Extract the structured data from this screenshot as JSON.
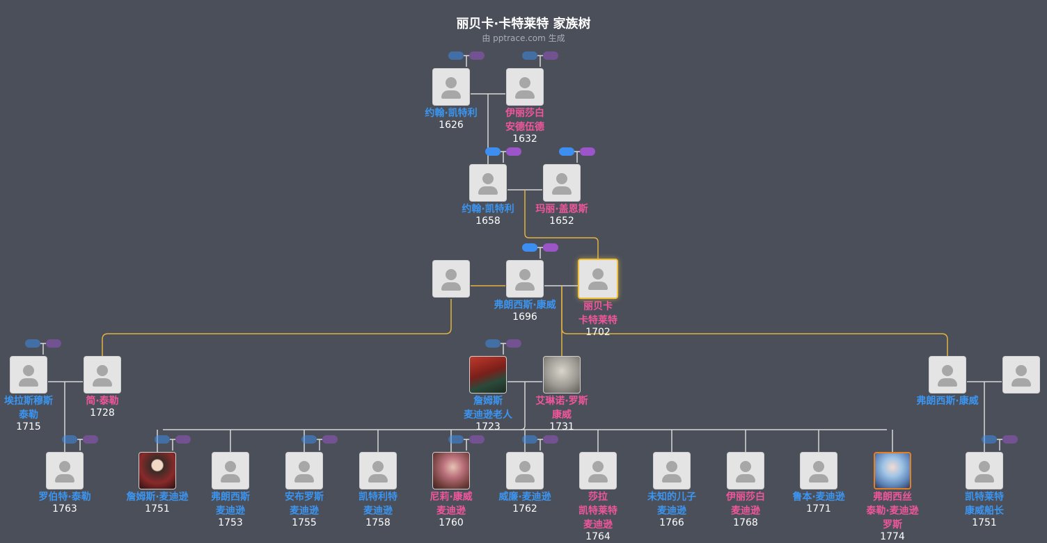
{
  "page": {
    "title": "丽贝卡·卡特莱特 家族树",
    "subtitle": "由 pptrace.com 生成"
  },
  "colors": {
    "background": "#4a4f59",
    "male": "#3c95f0",
    "female": "#f0569c",
    "highlight_line": "#e3b341",
    "line": "#d9d9d9"
  },
  "people": [
    {
      "id": "p1",
      "name": [
        "约翰·凯特利"
      ],
      "year": "1626",
      "gender": "male"
    },
    {
      "id": "p2",
      "name": [
        "伊丽莎白",
        "安德伍德"
      ],
      "year": "1632",
      "gender": "female"
    },
    {
      "id": "p3",
      "name": [
        "约翰·凯特利"
      ],
      "year": "1658",
      "gender": "male"
    },
    {
      "id": "p4",
      "name": [
        "玛丽·盖恩斯"
      ],
      "year": "1652",
      "gender": "female"
    },
    {
      "id": "p5",
      "name": [],
      "year": "",
      "gender": "male"
    },
    {
      "id": "p6",
      "name": [
        "弗朗西斯·康威"
      ],
      "year": "1696",
      "gender": "male"
    },
    {
      "id": "p7",
      "name": [
        "丽贝卡",
        "卡特莱特"
      ],
      "year": "1702",
      "gender": "female",
      "focus": true
    },
    {
      "id": "p8",
      "name": [
        "埃拉斯穆斯",
        "泰勒"
      ],
      "year": "1715",
      "gender": "male"
    },
    {
      "id": "p9",
      "name": [
        "简·泰勒"
      ],
      "year": "1728",
      "gender": "female"
    },
    {
      "id": "p10",
      "name": [
        "詹姆斯",
        "麦迪逊老人"
      ],
      "year": "1723",
      "gender": "male",
      "portrait": "portrait-1"
    },
    {
      "id": "p11",
      "name": [
        "艾琳诺·罗斯",
        "康威"
      ],
      "year": "1731",
      "gender": "female",
      "portrait": "portrait-2"
    },
    {
      "id": "p12",
      "name": [
        "弗朗西斯·康威"
      ],
      "year": "",
      "gender": "male"
    },
    {
      "id": "p13",
      "name": [],
      "year": "",
      "gender": "female"
    },
    {
      "id": "c1",
      "name": [
        "罗伯特·泰勒"
      ],
      "year": "1763",
      "gender": "male"
    },
    {
      "id": "c2",
      "name": [
        "詹姆斯·麦迪逊"
      ],
      "year": "1751",
      "gender": "male",
      "portrait": "portrait-3"
    },
    {
      "id": "c3",
      "name": [
        "弗朗西斯",
        "麦迪逊"
      ],
      "year": "1753",
      "gender": "male"
    },
    {
      "id": "c4",
      "name": [
        "安布罗斯",
        "麦迪逊"
      ],
      "year": "1755",
      "gender": "male"
    },
    {
      "id": "c5",
      "name": [
        "凯特利特",
        "麦迪逊"
      ],
      "year": "1758",
      "gender": "male"
    },
    {
      "id": "c6",
      "name": [
        "尼莉·康威",
        "麦迪逊"
      ],
      "year": "1760",
      "gender": "female",
      "portrait": "portrait-4"
    },
    {
      "id": "c7",
      "name": [
        "威廉·麦迪逊"
      ],
      "year": "1762",
      "gender": "male"
    },
    {
      "id": "c8",
      "name": [
        "莎拉",
        "凯特莱特",
        "麦迪逊"
      ],
      "year": "1764",
      "gender": "female"
    },
    {
      "id": "c9",
      "name": [
        "未知的儿子",
        "麦迪逊"
      ],
      "year": "1766",
      "gender": "male"
    },
    {
      "id": "c10",
      "name": [
        "伊丽莎白",
        "麦迪逊"
      ],
      "year": "1768",
      "gender": "female"
    },
    {
      "id": "c11",
      "name": [
        "鲁本·麦迪逊"
      ],
      "year": "1771",
      "gender": "male"
    },
    {
      "id": "c12",
      "name": [
        "弗朗西丝",
        "泰勒·麦迪逊",
        "罗斯"
      ],
      "year": "1774",
      "gender": "female",
      "portrait": "portrait-5"
    },
    {
      "id": "c13",
      "name": [
        "凯特莱特",
        "康威船长"
      ],
      "year": "1751",
      "gender": "male"
    }
  ]
}
